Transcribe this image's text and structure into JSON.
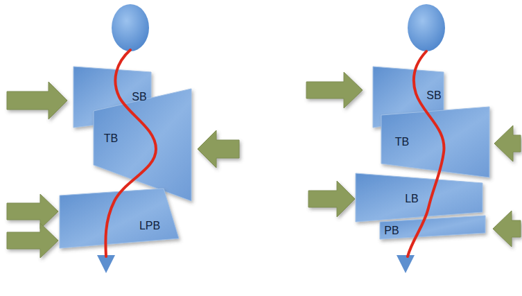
{
  "diagram": {
    "nodes": [
      {
        "text": [
          "SB"
        ]
      },
      {
        "text": [
          "TB"
        ]
      },
      {
        "text": [
          "LPB"
        ]
      },
      {
        "text": [
          "SB"
        ]
      },
      {
        "text": [
          "TB"
        ]
      },
      {
        "text": [
          "LB"
        ]
      },
      {
        "text": [
          "PB"
        ]
      }
    ]
  }
}
